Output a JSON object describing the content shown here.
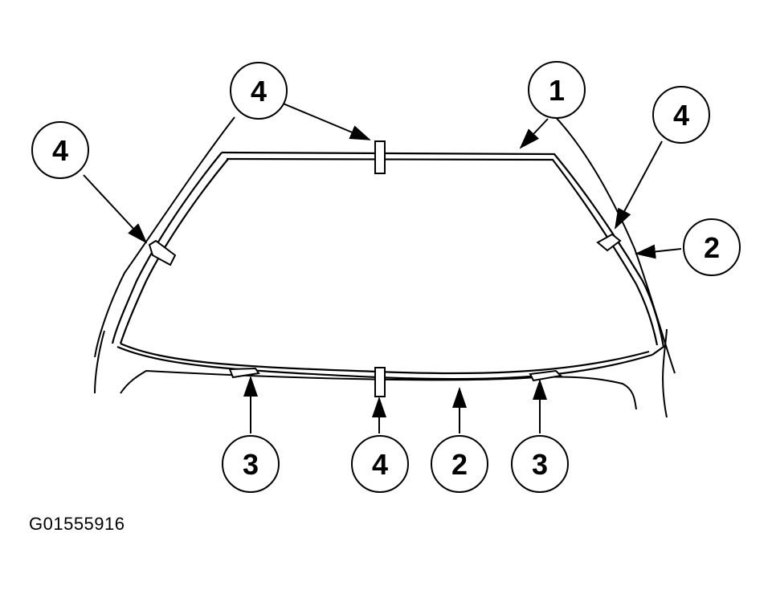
{
  "figure_id": "G01555916",
  "callouts": [
    {
      "id": "c-top",
      "label": "4"
    },
    {
      "id": "c-one",
      "label": "1"
    },
    {
      "id": "c-right-top",
      "label": "4"
    },
    {
      "id": "c-left",
      "label": "4"
    },
    {
      "id": "c-right",
      "label": "2"
    },
    {
      "id": "c-bot-left3",
      "label": "3"
    },
    {
      "id": "c-bot-4",
      "label": "4"
    },
    {
      "id": "c-bot-2",
      "label": "2"
    },
    {
      "id": "c-bot-right3",
      "label": "3"
    }
  ]
}
